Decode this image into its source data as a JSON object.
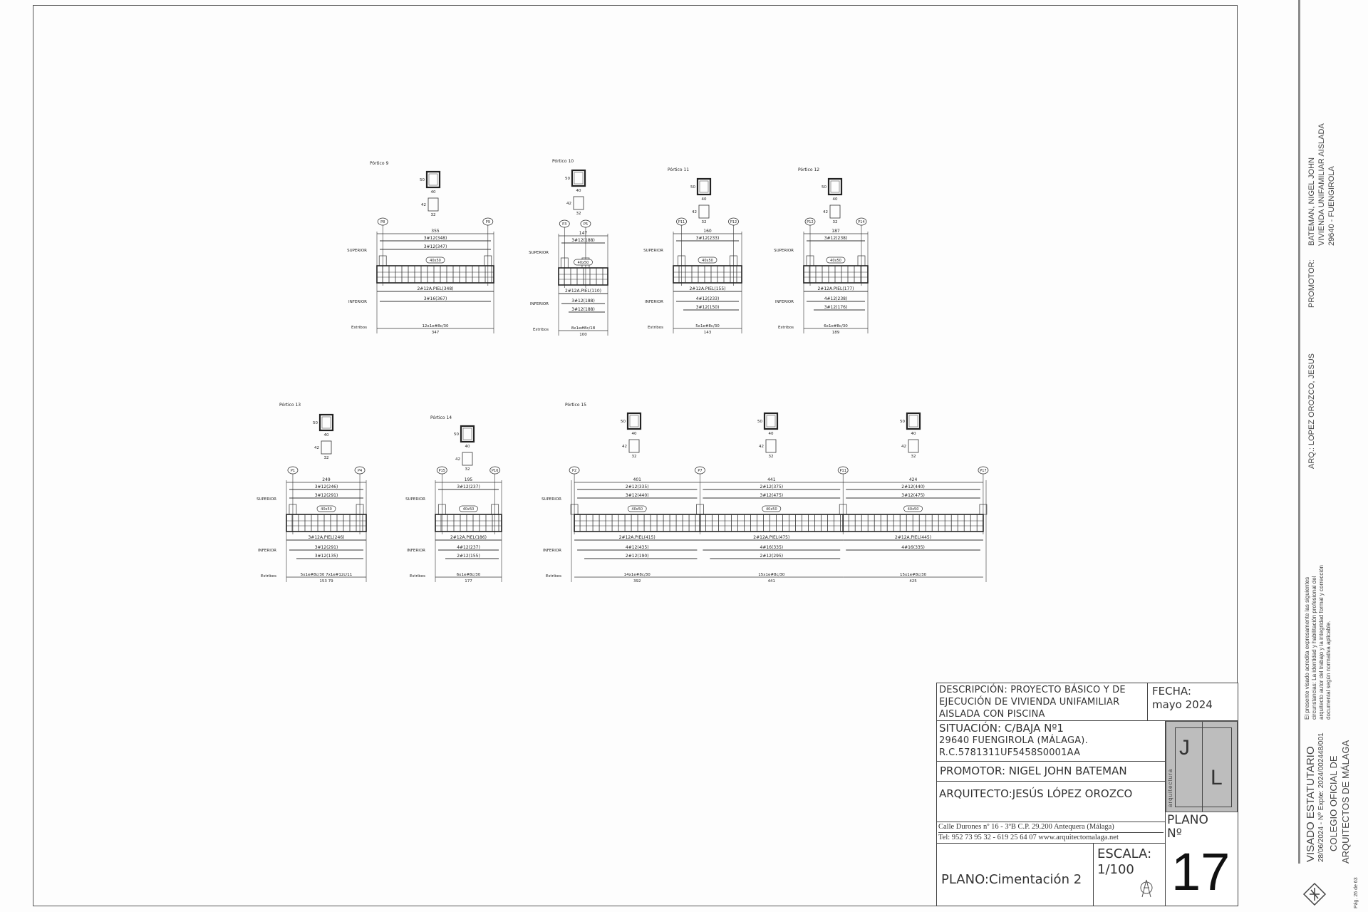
{
  "labels": {
    "superior": "SUPERIOR",
    "inferior": "INFERIOR",
    "estribos": "Estribos"
  },
  "beams": [
    {
      "title": "Pórtico 9",
      "section_top": {
        "h": "50",
        "w": "40"
      },
      "section_bottom": {
        "h": "42",
        "w": "32"
      },
      "columns": [
        "P8",
        "P9"
      ],
      "spans": [
        {
          "dim": "355",
          "sup": [
            "3#12(348)",
            "3#12(347)"
          ],
          "tag": "40x50",
          "piel": "2#12A.PIEL(348)",
          "inf": [
            "3#16(367)"
          ],
          "estribos": "12x1e#8c/30",
          "bottom": "347"
        }
      ]
    },
    {
      "title": "Pórtico 10",
      "section_top": {
        "h": "50",
        "w": "40"
      },
      "section_bottom": {
        "h": "42",
        "w": "32"
      },
      "columns": [
        "P3",
        "P5"
      ],
      "spans": [
        {
          "dim": "147",
          "sup": [
            "3#12(188)"
          ],
          "tag": "40x50",
          "piel": "2#12A.PIEL(110)",
          "inf": [
            "3#12(188)",
            "3#12(188)"
          ],
          "estribos": "8x1e#8c/18",
          "bottom": "100"
        }
      ]
    },
    {
      "title": "Pórtico 11",
      "section_top": {
        "h": "50",
        "w": "40"
      },
      "section_bottom": {
        "h": "42",
        "w": "32"
      },
      "columns": [
        "P11",
        "P12"
      ],
      "spans": [
        {
          "dim": "160",
          "sup": [
            "3#12(233)"
          ],
          "tag": "40x50",
          "piel": "2#12A.PIEL(155)",
          "inf": [
            "4#12(233)",
            "3#12(150)"
          ],
          "estribos": "5x1e#8c/30",
          "bottom": "143"
        }
      ]
    },
    {
      "title": "Pórtico 12",
      "section_top": {
        "h": "50",
        "w": "40"
      },
      "section_bottom": {
        "h": "42",
        "w": "32"
      },
      "columns": [
        "P12",
        "P14"
      ],
      "spans": [
        {
          "dim": "187",
          "sup": [
            "3#12(238)"
          ],
          "tag": "40x50",
          "piel": "2#12A.PIEL(177)",
          "inf": [
            "4#12(238)",
            "3#12(176)"
          ],
          "estribos": "6x1e#8c/30",
          "bottom": "189"
        }
      ]
    },
    {
      "title": "Pórtico 13",
      "section_top": {
        "h": "50",
        "w": "40"
      },
      "section_bottom": {
        "h": "42",
        "w": "32"
      },
      "columns": [
        "P1",
        "P4"
      ],
      "spans": [
        {
          "dim": "249",
          "sup": [
            "3#12(246)",
            "3#12(291)"
          ],
          "tag": "40x50",
          "piel": "3#12A.PIEL(246)",
          "inf": [
            "3#12(291)",
            "3#12(135)"
          ],
          "estribos": "5x1e#8c/30  7x1e#12c/11",
          "bottom": "153   79"
        }
      ]
    },
    {
      "title": "Pórtico 14",
      "section_top": {
        "h": "50",
        "w": "40"
      },
      "section_bottom": {
        "h": "42",
        "w": "32"
      },
      "columns": [
        "P15",
        "P16"
      ],
      "spans": [
        {
          "dim": "195",
          "sup": [
            "3#12(237)"
          ],
          "tag": "40x50",
          "piel": "2#12A.PIEL(186)",
          "inf": [
            "4#12(237)",
            "2#12(155)"
          ],
          "estribos": "6x1e#8c/30",
          "bottom": "177"
        }
      ]
    },
    {
      "title": "Pórtico 15",
      "section_top": {
        "h": "50",
        "w": "40"
      },
      "section_bottom": {
        "h": "42",
        "w": "32"
      },
      "columns": [
        "P2",
        "P7",
        "P11",
        "P17"
      ],
      "spans": [
        {
          "dim": "401",
          "sup": [
            "2#12(335)",
            "3#12(440)"
          ],
          "tag": "40x50",
          "piel": "2#12A.PIEL(415)",
          "inf": [
            "4#12(435)",
            "2#12(190)"
          ],
          "estribos": "14x1e#8c/30",
          "bottom": "392"
        },
        {
          "dim": "441",
          "sup": [
            "2#12(375)",
            "3#12(475)"
          ],
          "tag": "40x50",
          "piel": "2#12A.PIEL(475)",
          "inf": [
            "4#16(335)",
            "2#12(295)"
          ],
          "estribos": "15x1e#8c/30",
          "bottom": "441"
        },
        {
          "dim": "424",
          "sup": [
            "2#12(440)",
            "3#12(475)"
          ],
          "tag": "40x50",
          "piel": "2#12A.PIEL(445)",
          "inf": [
            "4#16(335)"
          ],
          "estribos": "15x1e#8c/30",
          "bottom": "425"
        }
      ]
    }
  ],
  "title_block": {
    "descripcion": "DESCRIPCIÓN: PROYECTO BÁSICO Y DE EJECUCIÓN DE VIVIENDA UNIFAMILIAR AISLADA CON PISCINA",
    "fecha_label": "FECHA:",
    "fecha": "mayo  2024",
    "situacion_1": "SITUACIÓN:  C/BAJA Nº1",
    "situacion_2": "29640 FUENGIROLA (MÁLAGA).",
    "situacion_3": "R.C.5781311UF5458S0001AA",
    "promotor": "PROMOTOR: NIGEL JOHN BATEMAN",
    "arquitecto": "ARQUITECTO:JESÚS LÓPEZ OROZCO",
    "address": "Calle Durones nº 16 - 3ºB     C.P. 29.200     Antequera (Málaga)",
    "phone": "Tel: 952 73 95 32 - 619 25 64 07 www.arquitectomalaga.net",
    "plano": "PLANO:Cimentación 2",
    "escala_label": "ESCALA:",
    "escala": "1/100",
    "plano_no_label": "PLANO Nº",
    "plano_no": "17",
    "logo_letters": [
      "J",
      "L"
    ],
    "logo_text": "arquitectura"
  },
  "side_strip": {
    "arq": "ARQ.: LOPEZ OROZCO, JESUS",
    "promotor_label": "PROMOTOR:",
    "promotor_1": "BATEMAN, NIGEL JOHN",
    "promotor_2": "VIVIENDA UNIFAMILIAR AISLADA",
    "promotor_3": "29640 - FUENGIROLA",
    "visado_note": "El presente visado acredita expresamente las siguientes circunstancias: La identidad y habilitación profesional del arquitecto autor del trabajo y la integridad formal y corrección documental según normativa aplicable.",
    "visado_title": "VISADO ESTATUTARIO",
    "visado_exp": "28/06/2024 - Nº Expte: 2024/002448/001",
    "colegio_1": "COLEGIO OFICIAL DE",
    "colegio_2": "ARQUITECTOS DE MÁLAGA",
    "page": "Pág. 26 de 63"
  }
}
